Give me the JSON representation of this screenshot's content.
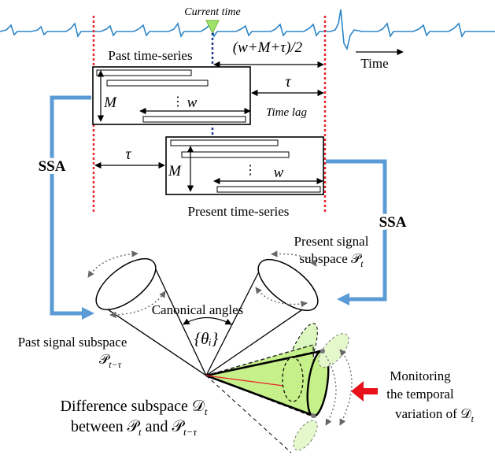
{
  "top": {
    "current_time": "Current time",
    "time_label": "Time",
    "past_series": "Past time-series",
    "present_series": "Present time-series",
    "span_label": "(w+M+τ)/2",
    "tau": "τ",
    "time_lag": "Time lag",
    "M": "M",
    "w": "w",
    "dots": "⋮"
  },
  "ssa": {
    "left": "SSA",
    "right": "SSA"
  },
  "subspaces": {
    "present_line1": "Present signal",
    "present_line2": "subspace 𝒫",
    "present_sub": "t",
    "past_line1": "Past signal subspace",
    "past_line2": "𝒫",
    "past_sub": "t−τ",
    "canonical": "Canonical angles",
    "theta": "{θᵢ}"
  },
  "difference": {
    "line1": "Difference subspace 𝒟",
    "line1_sub": "t",
    "line2": "between 𝒫",
    "line2_sub1": "t",
    "line2_mid": " and 𝒫",
    "line2_sub2": "t−τ"
  },
  "monitoring": {
    "line1": "Monitoring",
    "line2": "the temporal",
    "line3": "variation of 𝒟",
    "line3_sub": "t"
  },
  "colors": {
    "signal": "#2e86c8",
    "ssa_arrow": "#5b9bd5",
    "red_dotted": "#e8232a",
    "blue_dotted": "#1f3a8a",
    "green_fill": "#c6f08a",
    "marker": "#9fe36a",
    "red_arrow": "#e8111a"
  }
}
